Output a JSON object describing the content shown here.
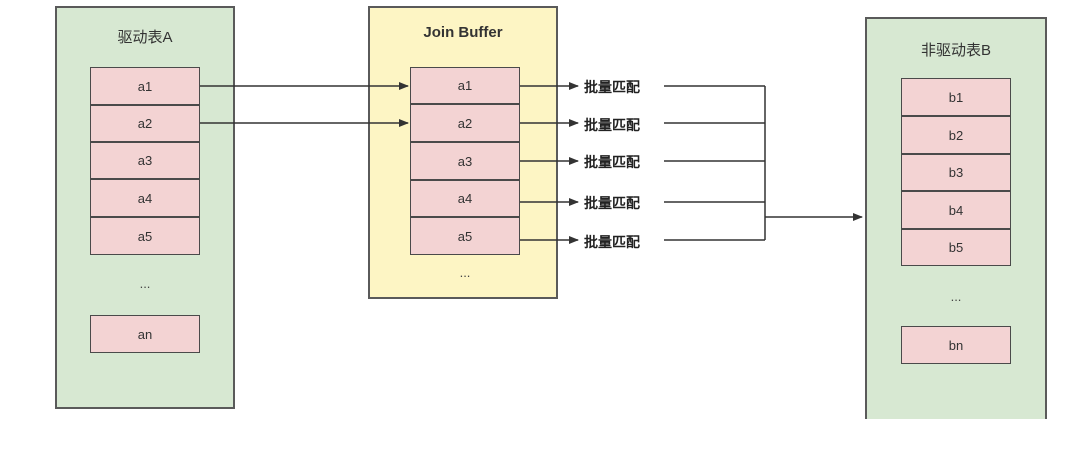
{
  "driving_table": {
    "title": "驱动表A",
    "rows": [
      "a1",
      "a2",
      "a3",
      "a4",
      "a5"
    ],
    "ellipsis": "...",
    "last": "an"
  },
  "join_buffer": {
    "title": "Join Buffer",
    "rows": [
      "a1",
      "a2",
      "a3",
      "a4",
      "a5"
    ],
    "ellipsis": "..."
  },
  "match_labels": [
    "批量匹配",
    "批量匹配",
    "批量匹配",
    "批量匹配",
    "批量匹配"
  ],
  "driven_table": {
    "title": "非驱动表B",
    "rows": [
      "b1",
      "b2",
      "b3",
      "b4",
      "b5"
    ],
    "ellipsis": "...",
    "last": "bn"
  },
  "colors": {
    "table_fill": "#d7e8d2",
    "buffer_fill": "#fdf5c4",
    "cell_fill": "#f3d3d3",
    "border": "#4a4a4a",
    "arrow": "#333333"
  }
}
